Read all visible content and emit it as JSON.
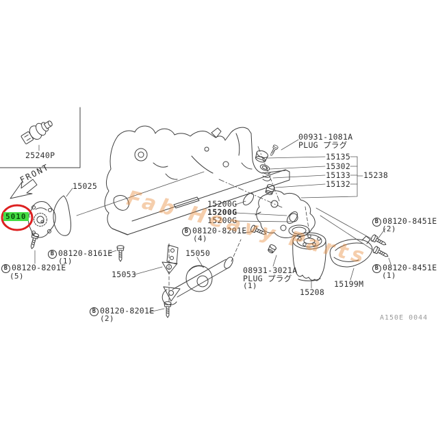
{
  "watermark": "Fab Heavy Parts",
  "diagram_code": "A150E 0044",
  "front_label": "FRONT",
  "highlight": {
    "part": "5010"
  },
  "inset": {
    "part": "25240P"
  },
  "parts": {
    "p15025": "15025",
    "p15050": "15050",
    "p15053": "15053",
    "p15135": "15135",
    "p15302": "15302",
    "p15133": "15133",
    "p15132": "15132",
    "p15238": "15238",
    "p15199M": "15199M",
    "p15208": "15208",
    "p15200G_a": "15200G",
    "p15200G_b": "15200G",
    "p15200G_c": "15200G"
  },
  "bolts": {
    "b8201e_5": {
      "prefix": "B",
      "num": "08120-8201E",
      "qty": "(5)"
    },
    "b8161e_1": {
      "prefix": "B",
      "num": "08120-8161E",
      "qty": "(1)"
    },
    "b8201e_2": {
      "prefix": "B",
      "num": "08120-8201E",
      "qty": "(2)"
    },
    "b8201e_4": {
      "prefix": "B",
      "num": "08120-8201E",
      "qty": "(4)"
    },
    "b8451e_2": {
      "prefix": "B",
      "num": "08120-8451E",
      "qty": "(2)"
    },
    "b8451e_1": {
      "prefix": "B",
      "num": "08120-8451E",
      "qty": "(1)"
    }
  },
  "plugs": {
    "p00931": {
      "num": "00931-1081A",
      "sub": "PLUG プラグ"
    },
    "p08931": {
      "num": "08931-3021A",
      "sub": "PLUG プラグ",
      "qty": "(1)"
    }
  },
  "colors": {
    "line": "#3d3d3d",
    "highlight_bg": "#44dd44",
    "highlight_ring": "#dd2020",
    "watermark": "#e98c3c"
  }
}
